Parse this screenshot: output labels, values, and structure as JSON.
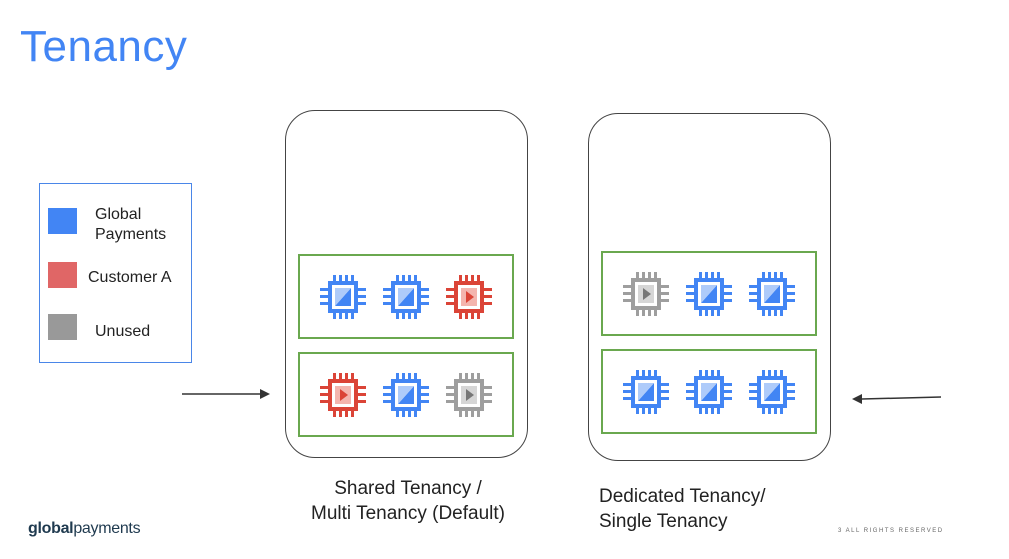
{
  "title": "Tenancy",
  "legend": {
    "items": [
      {
        "label": "Global Payments",
        "color": "#4285f4"
      },
      {
        "label": "Customer A",
        "color": "#e06666"
      },
      {
        "label": "Unused",
        "color": "#999999"
      }
    ]
  },
  "colors": {
    "blue": "#4285f4",
    "red": "#db4437",
    "gray": "#9e9e9e",
    "group_border": "#6aa84f"
  },
  "hosts": [
    {
      "caption_line1": "Shared Tenancy /",
      "caption_line2": "Multi Tenancy (Default)",
      "groups": [
        [
          "blue",
          "blue",
          "red"
        ],
        [
          "red",
          "blue",
          "gray"
        ]
      ]
    },
    {
      "caption_line1": "Dedicated Tenancy/",
      "caption_line2": "Single Tenancy",
      "groups": [
        [
          "gray",
          "blue",
          "blue"
        ],
        [
          "blue",
          "blue",
          "blue"
        ]
      ]
    }
  ],
  "footer": {
    "brand_bold": "global",
    "brand_light": "payments",
    "rights": "3 ALL RIGHTS RESERVED"
  }
}
